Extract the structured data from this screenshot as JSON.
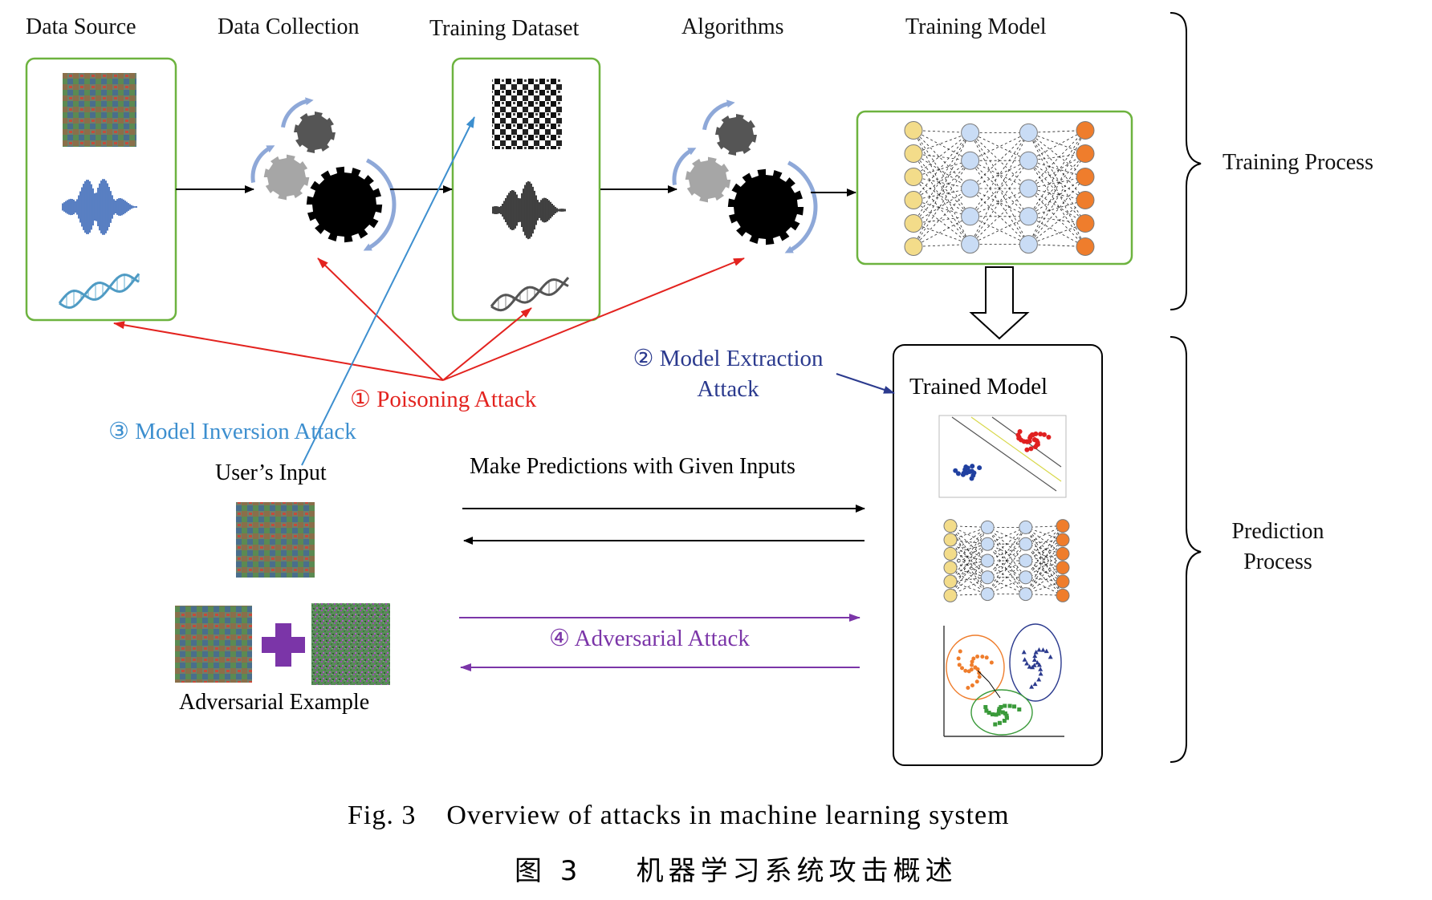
{
  "stages": {
    "data_source": "Data Source",
    "data_collection": "Data Collection",
    "training_dataset": "Training Dataset",
    "algorithms": "Algorithms",
    "training_model": "Training Model"
  },
  "processes": {
    "training": "Training Process",
    "prediction_line1": "Prediction",
    "prediction_line2": "Process"
  },
  "attacks": {
    "poisoning": "① Poisoning Attack",
    "extraction_line1": "② Model Extraction",
    "extraction_line2": "Attack",
    "inversion": "③ Model Inversion Attack",
    "adversarial": "④ Adversarial Attack"
  },
  "prediction": {
    "trained_model": "Trained Model",
    "make_predictions": "Make Predictions with Given Inputs",
    "users_input": "User’s Input",
    "adversarial_example": "Adversarial Example"
  },
  "caption": {
    "english": "Fig. 3    Overview of attacks in machine learning system",
    "chinese": "图 3    机器学习系统攻击概述"
  },
  "colors": {
    "box_border": "#6db33f",
    "poisoning": "#e3231f",
    "extraction": "#2b3a8e",
    "inversion": "#3d8fcf",
    "adversarial": "#7b35a8",
    "nn_input": "#f3dc8a",
    "nn_hidden": "#c9dcf5",
    "nn_output": "#ef7d2c"
  }
}
